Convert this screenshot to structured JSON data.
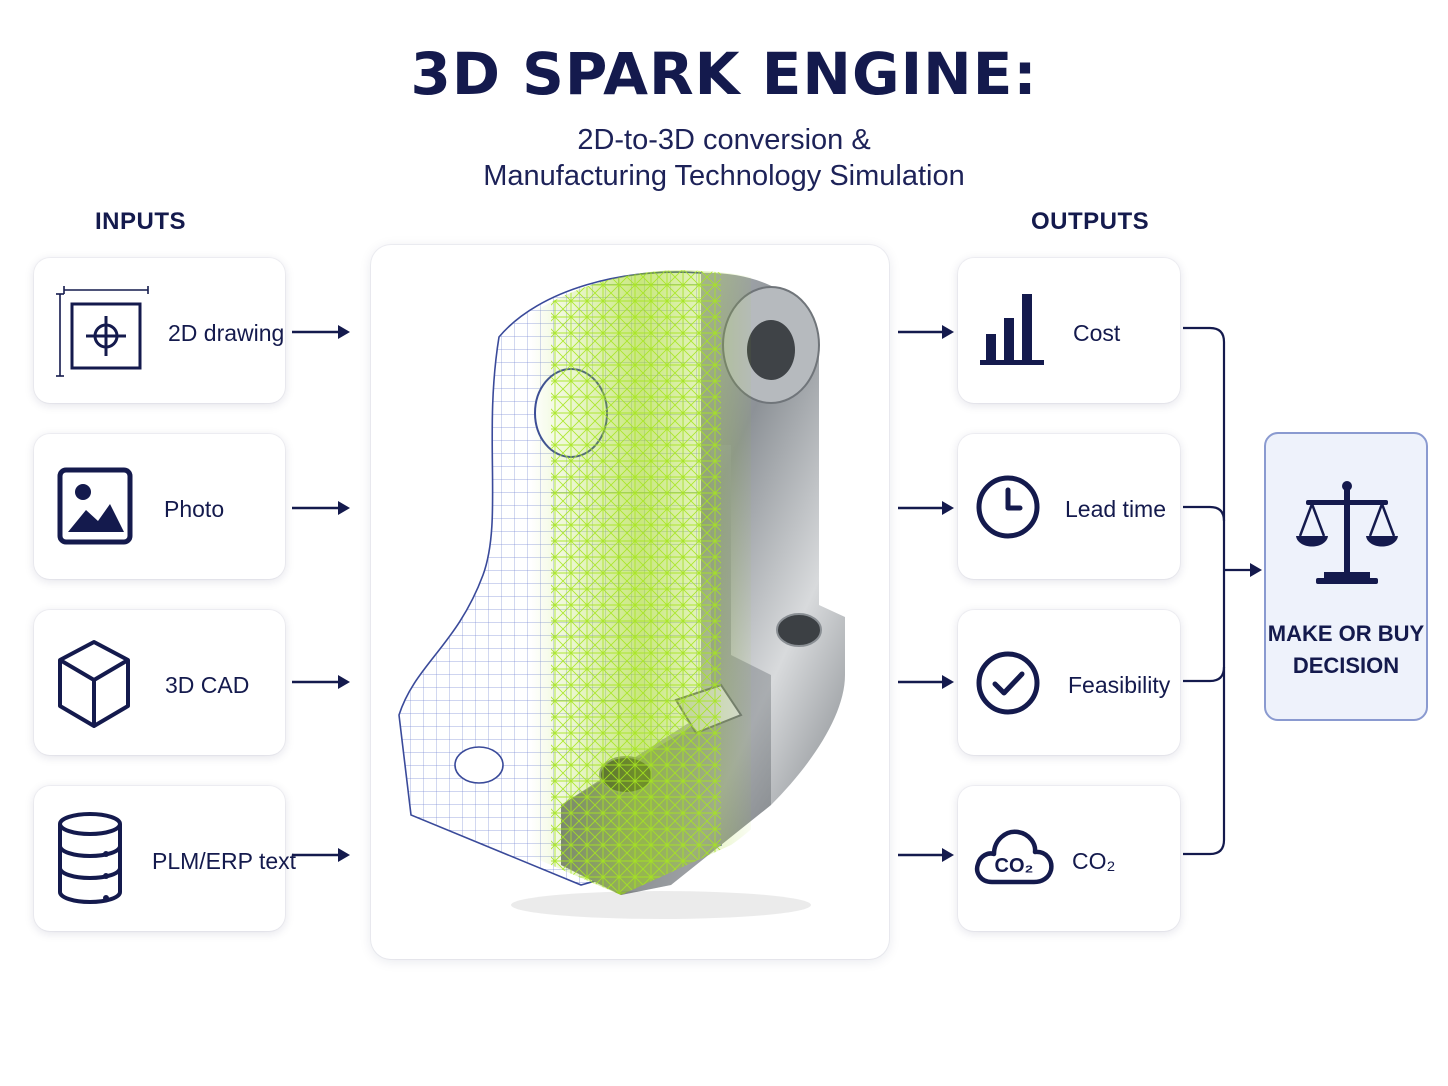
{
  "title": "3D SPARK ENGINE:",
  "subtitle_line1": "2D-to-3D conversion &",
  "subtitle_line2": "Manufacturing Technology Simulation",
  "inputs": {
    "heading": "INPUTS",
    "items": [
      {
        "label": "2D drawing",
        "icon": "drawing-icon"
      },
      {
        "label": "Photo",
        "icon": "image-icon"
      },
      {
        "label": "3D CAD",
        "icon": "cube-icon"
      },
      {
        "label": "PLM/ERP text",
        "icon": "database-icon"
      }
    ]
  },
  "outputs": {
    "heading": "OUTPUTS",
    "items": [
      {
        "label": "Cost",
        "icon": "bar-chart-icon"
      },
      {
        "label": "Lead time",
        "icon": "clock-icon"
      },
      {
        "label": "Feasibility",
        "icon": "check-circle-icon"
      },
      {
        "label": "CO₂",
        "icon": "co2-cloud-icon"
      }
    ]
  },
  "co2_icon_text": "CO₂",
  "decision": {
    "line1": "MAKE OR BUY",
    "line2": "DECISION",
    "icon": "scales-icon"
  },
  "colors": {
    "navy": "#141a4d",
    "mesh_green": "#9bd314",
    "decision_fill": "#eef2fb",
    "decision_border": "#8a9ad0"
  }
}
